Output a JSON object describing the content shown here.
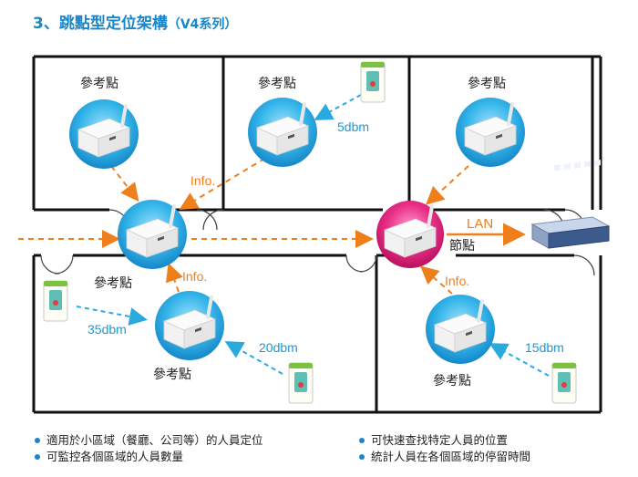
{
  "title": {
    "main": "3、跳點型定位架構",
    "sub": "（V4系列）"
  },
  "labels": {
    "ref_point": "參考點",
    "node": "節點",
    "lan": "LAN",
    "info": "Info.",
    "dbm_5": "5dbm",
    "dbm_35": "35dbm",
    "dbm_20": "20dbm",
    "dbm_15": "15dbm"
  },
  "colors": {
    "orange_arrow": "#ef7f1a",
    "blue_arrow": "#2aa9df",
    "wall": "#111111",
    "ref_circle": "#23a8e0",
    "node_circle": "#e2207a",
    "title": "#1a86c9"
  },
  "icons": [
    "router-device-icon",
    "tag-device-icon",
    "network-switch-icon"
  ],
  "notes": [
    "適用於小區域（餐廳、公司等）的人員定位",
    "可快速查找特定人員的位置",
    "可監控各個區域的人員數量",
    "統計人員在各個區域的停留時間"
  ]
}
